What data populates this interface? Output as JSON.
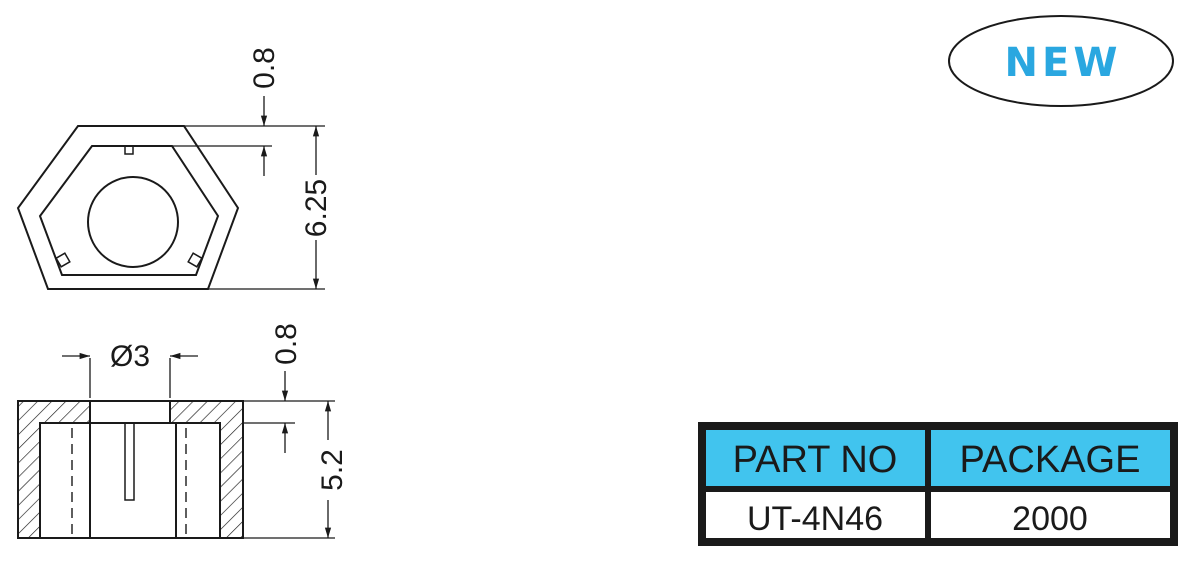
{
  "badge": {
    "label": "NEW",
    "text_color": "#2aa7e0"
  },
  "dimensions": {
    "top_thickness": "0.8",
    "hex_height": "6.25",
    "hole_diameter": "Ø3",
    "side_thickness": "0.8",
    "total_height": "5.2"
  },
  "part_table": {
    "header_color": "#41c4ee",
    "headers": [
      "PART NO",
      "PACKAGE"
    ],
    "values": [
      "UT-4N46",
      "2000"
    ]
  }
}
